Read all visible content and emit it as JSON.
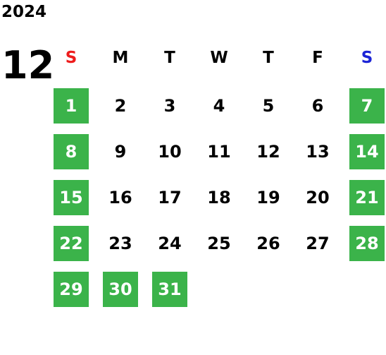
{
  "calendar": {
    "year": "2024",
    "month": "12",
    "colors": {
      "holiday_bg": "#3bb34a",
      "sunday_header": "#ee1c1c",
      "saturday_header": "#1c24d6"
    },
    "weekdays": [
      {
        "label": "S",
        "type": "sun"
      },
      {
        "label": "M",
        "type": "weekday"
      },
      {
        "label": "T",
        "type": "weekday"
      },
      {
        "label": "W",
        "type": "weekday"
      },
      {
        "label": "T",
        "type": "weekday"
      },
      {
        "label": "F",
        "type": "weekday"
      },
      {
        "label": "S",
        "type": "sat"
      }
    ],
    "weeks": [
      [
        {
          "d": "1",
          "h": true
        },
        {
          "d": "2",
          "h": false
        },
        {
          "d": "3",
          "h": false
        },
        {
          "d": "4",
          "h": false
        },
        {
          "d": "5",
          "h": false
        },
        {
          "d": "6",
          "h": false
        },
        {
          "d": "7",
          "h": true
        }
      ],
      [
        {
          "d": "8",
          "h": true
        },
        {
          "d": "9",
          "h": false
        },
        {
          "d": "10",
          "h": false
        },
        {
          "d": "11",
          "h": false
        },
        {
          "d": "12",
          "h": false
        },
        {
          "d": "13",
          "h": false
        },
        {
          "d": "14",
          "h": true
        }
      ],
      [
        {
          "d": "15",
          "h": true
        },
        {
          "d": "16",
          "h": false
        },
        {
          "d": "17",
          "h": false
        },
        {
          "d": "18",
          "h": false
        },
        {
          "d": "19",
          "h": false
        },
        {
          "d": "20",
          "h": false
        },
        {
          "d": "21",
          "h": true
        }
      ],
      [
        {
          "d": "22",
          "h": true
        },
        {
          "d": "23",
          "h": false
        },
        {
          "d": "24",
          "h": false
        },
        {
          "d": "25",
          "h": false
        },
        {
          "d": "26",
          "h": false
        },
        {
          "d": "27",
          "h": false
        },
        {
          "d": "28",
          "h": true
        }
      ],
      [
        {
          "d": "29",
          "h": true
        },
        {
          "d": "30",
          "h": true
        },
        {
          "d": "31",
          "h": true
        }
      ]
    ]
  }
}
